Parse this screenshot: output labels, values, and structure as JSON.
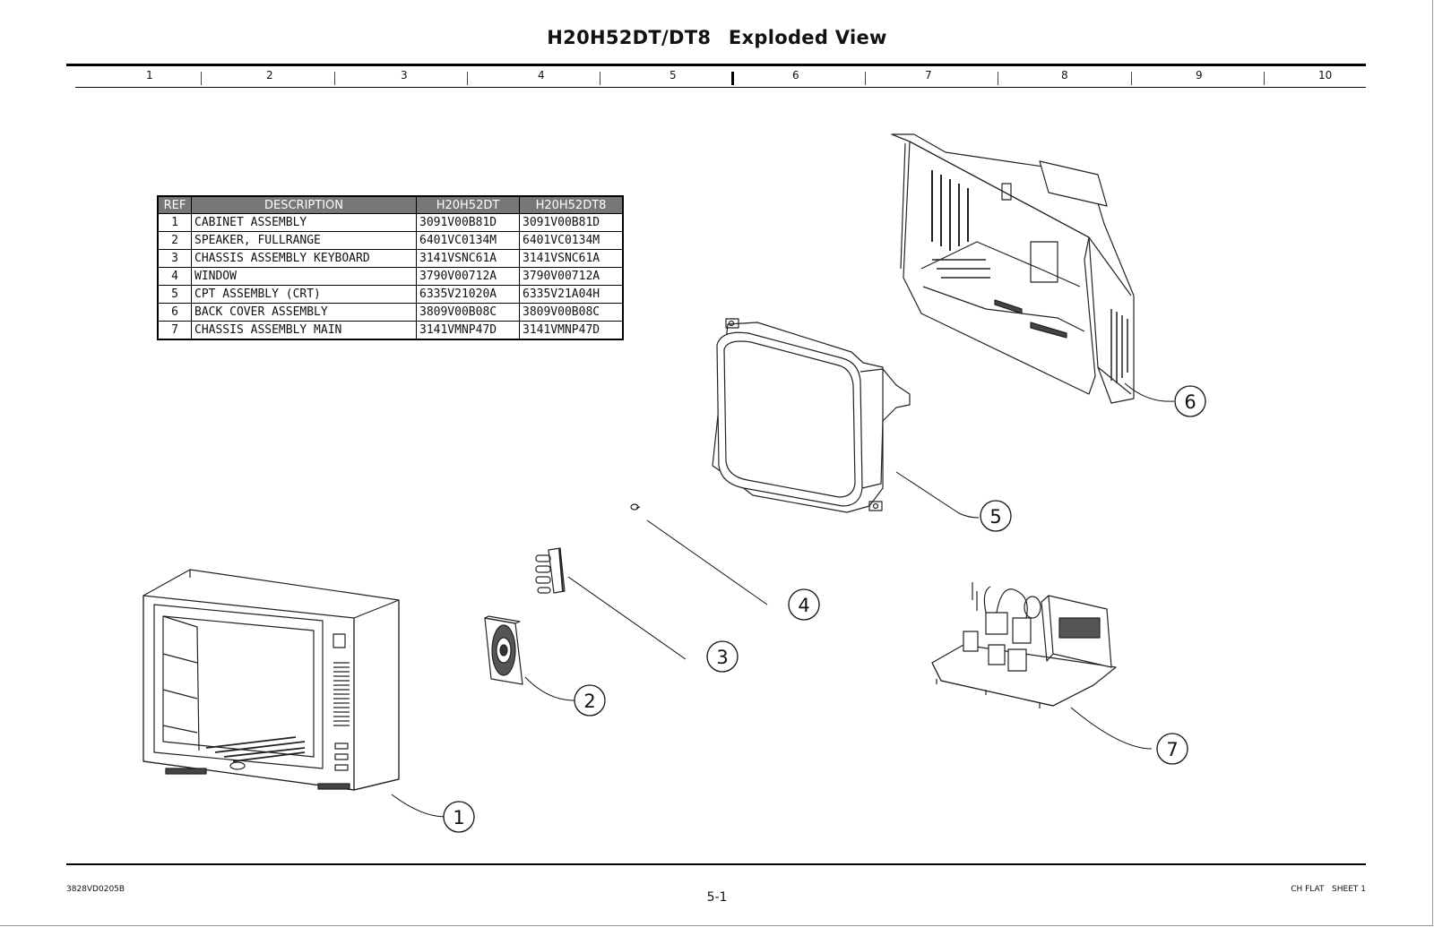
{
  "title": {
    "model": "H20H52DT/DT8",
    "subtitle": "Exploded View"
  },
  "grid_columns": [
    "1",
    "2",
    "3",
    "4",
    "5",
    "6",
    "7",
    "8",
    "9",
    "10"
  ],
  "table": {
    "headers": [
      "REF",
      "DESCRIPTION",
      "H20H52DT",
      "H20H52DT8"
    ],
    "rows": [
      {
        "ref": "1",
        "description": "CABINET ASSEMBLY",
        "dt": "3091V00B81D",
        "dt8": "3091V00B81D"
      },
      {
        "ref": "2",
        "description": "SPEAKER, FULLRANGE",
        "dt": "6401VC0134M",
        "dt8": "6401VC0134M"
      },
      {
        "ref": "3",
        "description": "CHASSIS ASSEMBLY KEYBOARD",
        "dt": "3141VSNC61A",
        "dt8": "3141VSNC61A"
      },
      {
        "ref": "4",
        "description": "WINDOW",
        "dt": "3790V00712A",
        "dt8": "3790V00712A"
      },
      {
        "ref": "5",
        "description": "CPT ASSEMBLY (CRT)",
        "dt": "6335V21020A",
        "dt8": "6335V21A04H"
      },
      {
        "ref": "6",
        "description": "BACK COVER ASSEMBLY",
        "dt": "3809V00B08C",
        "dt8": "3809V00B08C"
      },
      {
        "ref": "7",
        "description": "CHASSIS ASSEMBLY MAIN",
        "dt": "3141VMNP47D",
        "dt8": "3141VMNP47D"
      }
    ]
  },
  "callouts": [
    "1",
    "2",
    "3",
    "4",
    "5",
    "6",
    "7"
  ],
  "footer": {
    "doc_number": "3828VD0205B",
    "page": "5-1",
    "sheet": "CH FLAT   SHEET 1"
  }
}
